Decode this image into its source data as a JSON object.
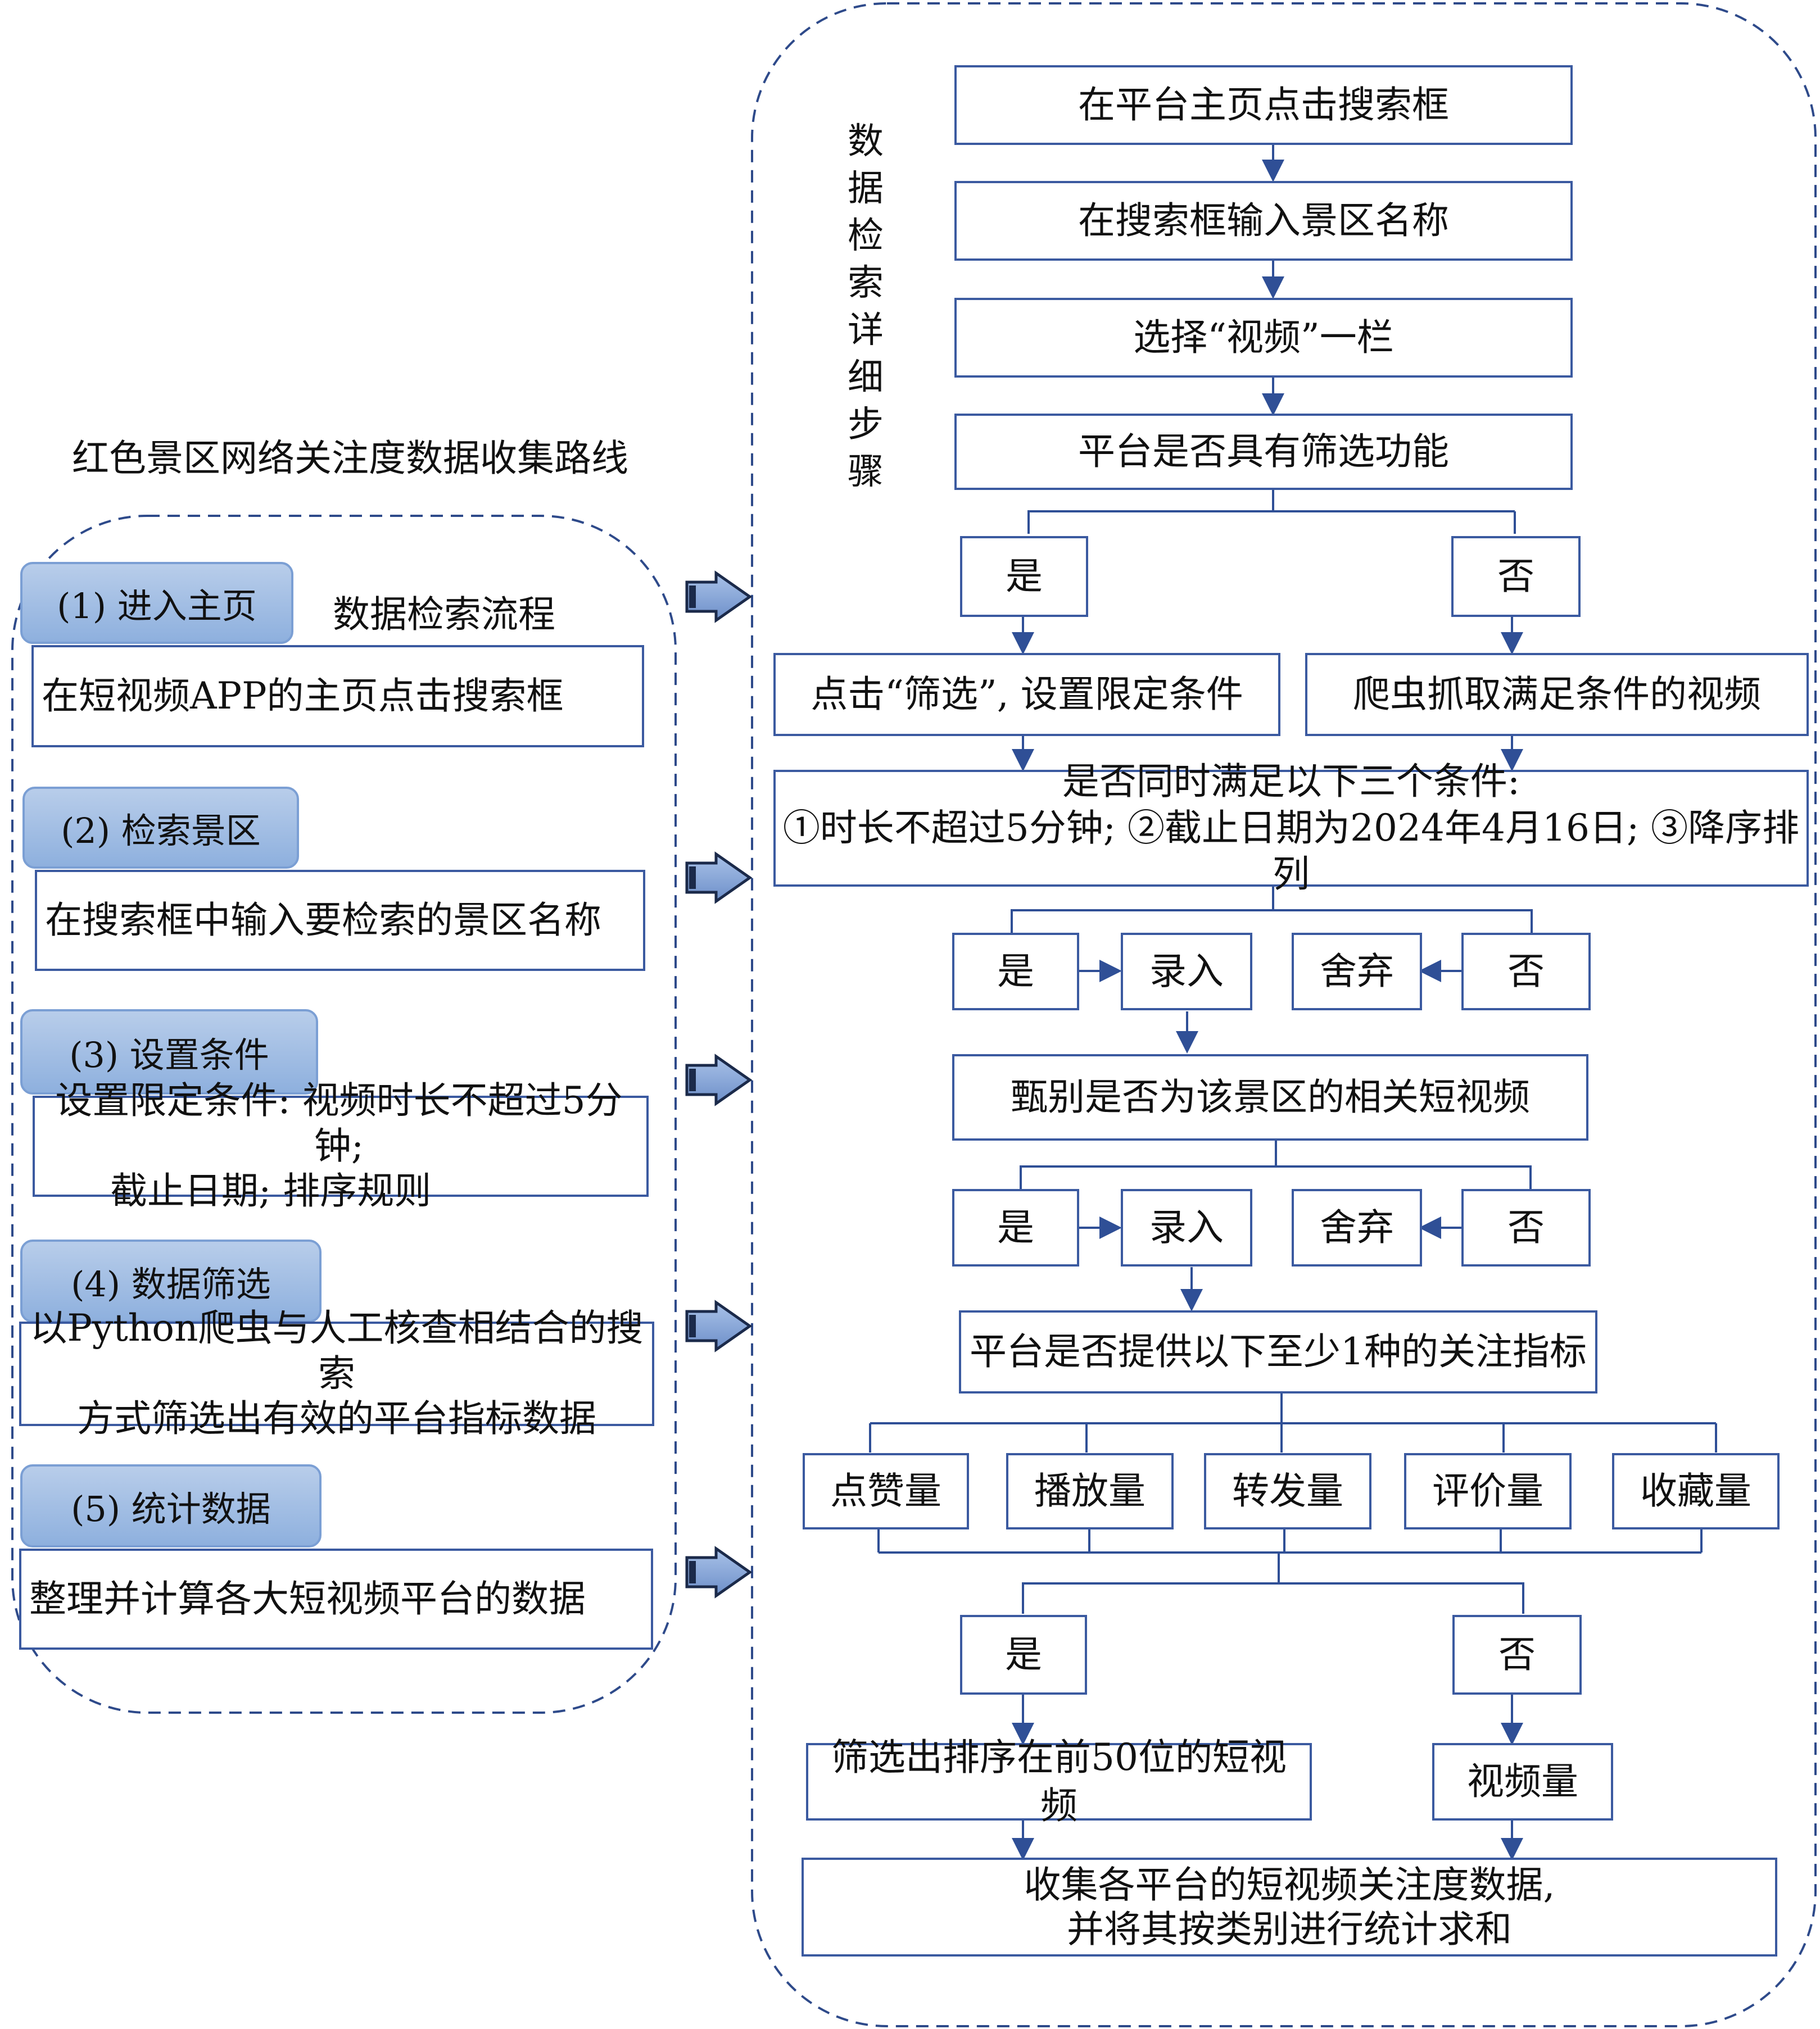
{
  "left": {
    "title": "红色景区网络关注度数据收集路线",
    "flow_label": "数据检索流程",
    "steps": [
      {
        "tab": "(1) 进入主页",
        "desc": [
          "在短视频APP的主页点击搜索框"
        ]
      },
      {
        "tab": "(2) 检索景区",
        "desc": [
          "在搜索框中输入要检索的景区名称"
        ]
      },
      {
        "tab": "(3) 设置条件",
        "desc": [
          "设置限定条件: 视频时长不超过5分钟;",
          "截止日期; 排序规则"
        ]
      },
      {
        "tab": "(4) 数据筛选",
        "desc": [
          "以Python爬虫与人工核查相结合的搜索",
          "方式筛选出有效的平台指标数据"
        ]
      },
      {
        "tab": "(5) 统计数据",
        "desc": [
          "整理并计算各大短视频平台的数据"
        ]
      }
    ]
  },
  "right": {
    "vertical_title": [
      "数",
      "据",
      "检",
      "索",
      "详",
      "细",
      "步",
      "骤"
    ],
    "n1": "在平台主页点击搜索框",
    "n2": "在搜索框输入景区名称",
    "n3": "选择“视频”一栏",
    "n4": "平台是否具有筛选功能",
    "yes": "是",
    "no": "否",
    "n5a": "点击“筛选”, 设置限定条件",
    "n5b": "爬虫抓取满足条件的视频",
    "n6": [
      "是否同时满足以下三个条件:",
      "①时长不超过5分钟; ②截止日期为2024年4月16日; ③降序排列"
    ],
    "record": "录入",
    "discard": "舍弃",
    "n7": "甄别是否为该景区的相关短视频",
    "n8": "平台是否提供以下至少1种的关注指标",
    "metrics": [
      "点赞量",
      "播放量",
      "转发量",
      "评价量",
      "收藏量"
    ],
    "n9a": "筛选出排序在前50位的短视频",
    "n9b": "视频量",
    "n10": [
      "收集各平台的短视频关注度数据,",
      "并将其按类别进行统计求和"
    ]
  }
}
